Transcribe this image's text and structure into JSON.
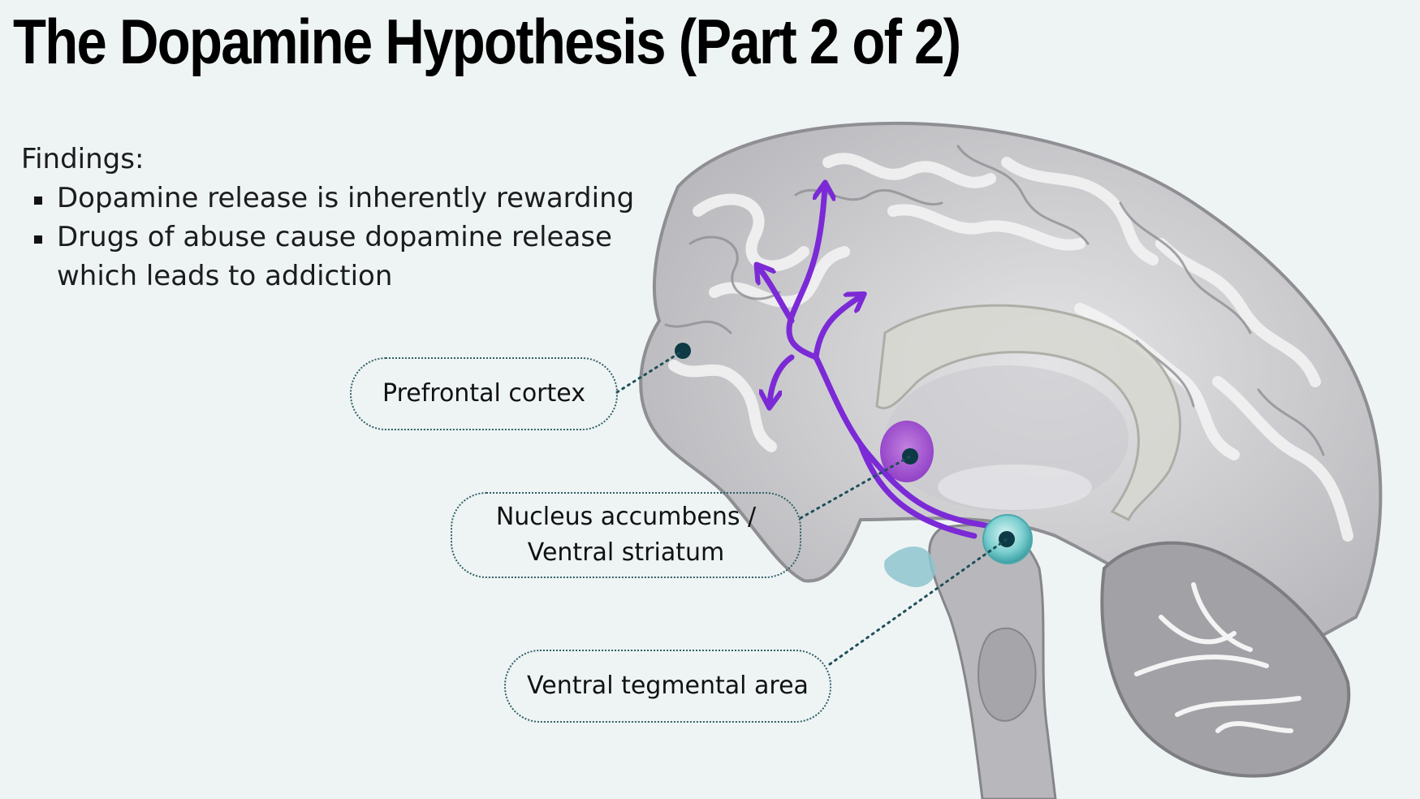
{
  "title": "The Dopamine Hypothesis (Part 2 of 2)",
  "findings": {
    "heading": "Findings:",
    "items": [
      "Dopamine release is inherently rewarding",
      "Drugs of abuse cause dopamine release which leads to addiction"
    ]
  },
  "labels": {
    "prefrontal": "Prefrontal cortex",
    "nucleus_line1": "Nucleus accumbens /",
    "nucleus_line2": "Ventral striatum",
    "vta": "Ventral tegmental area"
  },
  "colors": {
    "background": "#eef4f4",
    "pathway": "#7b2ad6",
    "nucleus_accumbens": "#9a3cc8",
    "vta": "#5fc2c4",
    "marker": "#0d3a45"
  }
}
